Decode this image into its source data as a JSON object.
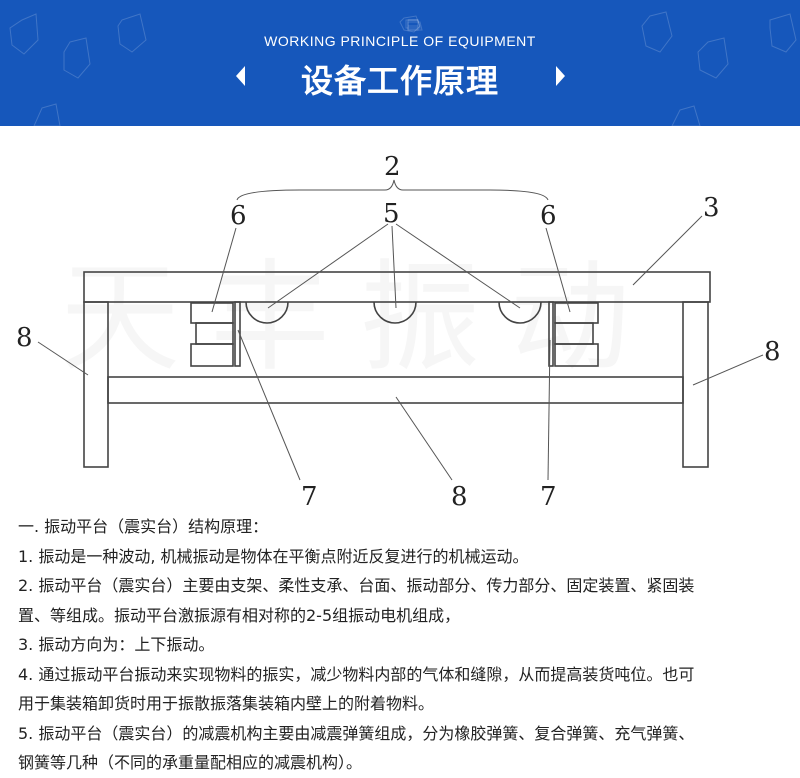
{
  "banner": {
    "subtitle": "WORKING PRINCIPLE OF EQUIPMENT",
    "title": "设备工作原理",
    "color": "#1657bb"
  },
  "diagram": {
    "labels": {
      "frame_group": "2",
      "motor": "5",
      "spring_left": "6",
      "spring_right": "6",
      "table_top": "3",
      "leg_left": "8",
      "leg_right": "8",
      "crossbar": "8",
      "plate_left": "7",
      "plate_right": "7"
    }
  },
  "watermark": "天丰振动",
  "content": {
    "lines": [
      "一. 振动平台（震实台）结构原理：",
      "1. 振动是一种波动, 机械振动是物体在平衡点附近反复进行的机械运动。",
      "2. 振动平台（震实台）主要由支架、柔性支承、台面、振动部分、传力部分、固定装置、紧固装",
      "置、等组成。振动平台激振源有相对称的2-5组振动电机组成，",
      "3. 振动方向为：上下振动。",
      "4. 通过振动平台振动来实现物料的振实，减少物料内部的气体和缝隙，从而提高装货吨位。也可",
      "用于集装箱卸货时用于振散振落集装箱内壁上的附着物料。",
      "5. 振动平台（震实台）的减震机构主要由减震弹簧组成，分为橡胶弹簧、复合弹簧、充气弹簧、",
      "钢簧等几种（不同的承重量配相应的减震机构）。"
    ]
  }
}
